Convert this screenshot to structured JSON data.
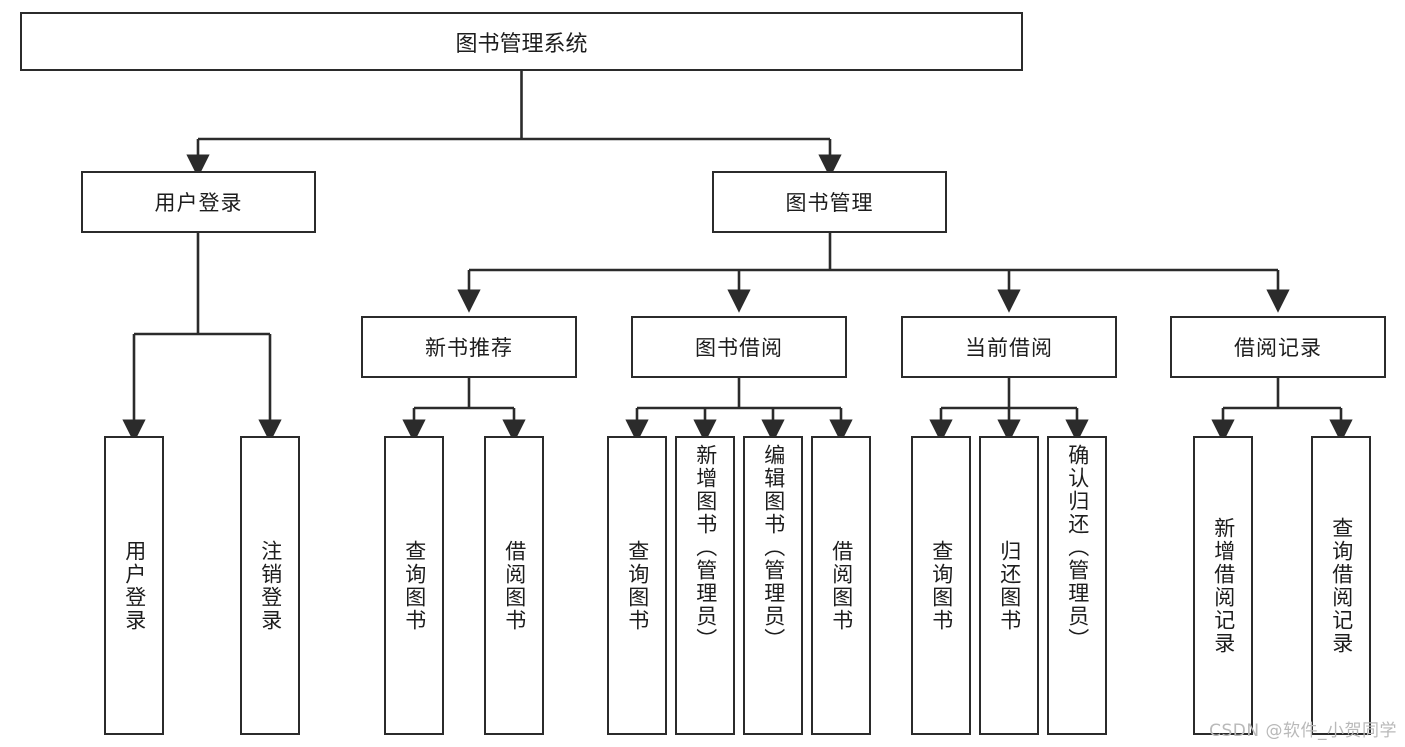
{
  "diagram": {
    "title": "图书管理系统",
    "type": "hierarchy-tree",
    "root": {
      "label": "图书管理系统"
    },
    "level2": [
      {
        "label": "用户登录"
      },
      {
        "label": "图书管理"
      }
    ],
    "level3": [
      {
        "label": "新书推荐"
      },
      {
        "label": "图书借阅"
      },
      {
        "label": "当前借阅"
      },
      {
        "label": "借阅记录"
      }
    ],
    "leaves": {
      "user_login": [
        {
          "label": "用户登录"
        },
        {
          "label": "注销登录"
        }
      ],
      "new_book": [
        {
          "label": "查询图书"
        },
        {
          "label": "借阅图书"
        }
      ],
      "book_borrow": [
        {
          "label": "查询图书"
        },
        {
          "label": "新增图书（管理员）"
        },
        {
          "label": "编辑图书（管理员）"
        },
        {
          "label": "借阅图书"
        }
      ],
      "current_borrow": [
        {
          "label": "查询图书"
        },
        {
          "label": "归还图书"
        },
        {
          "label": "确认归还（管理员）"
        }
      ],
      "borrow_record": [
        {
          "label": "新增借阅记录"
        },
        {
          "label": "查询借阅记录"
        }
      ]
    }
  },
  "watermark": {
    "text": "CSDN @软件_小贺同学"
  },
  "colors": {
    "stroke": "#2b2b2b",
    "background": "#ffffff",
    "text": "#1d1d1d",
    "watermark": "#b9b9b9"
  }
}
